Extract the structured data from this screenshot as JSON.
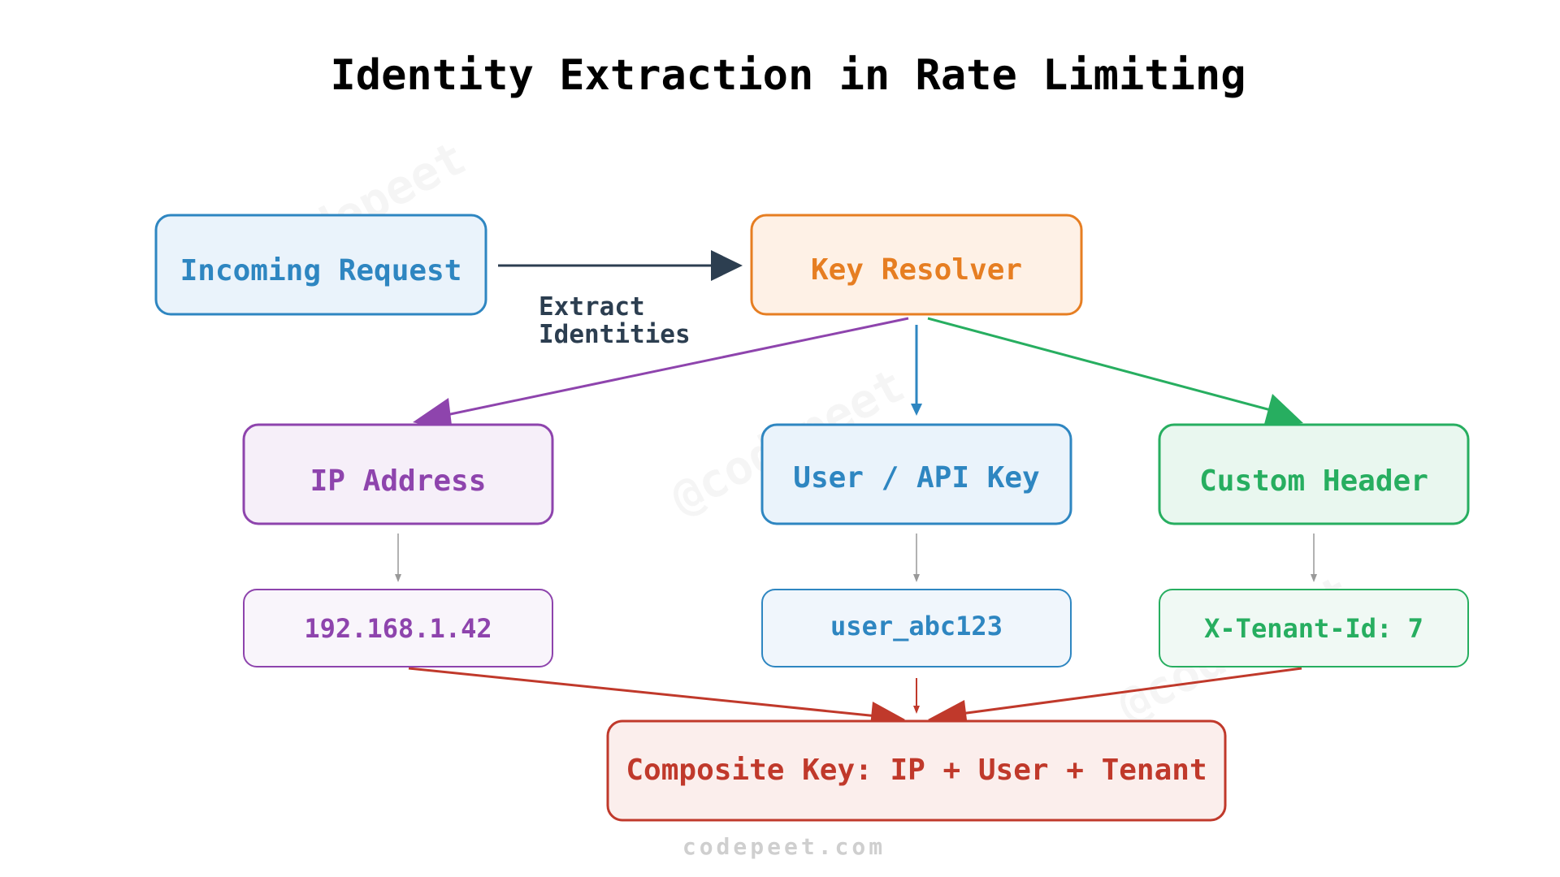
{
  "title": "Identity Extraction in Rate Limiting",
  "edge_label": {
    "line1": "Extract",
    "line2": "Identities"
  },
  "watermark": "@codepeet",
  "footer": "codepeet.com",
  "colors": {
    "request": "#2e86c1",
    "resolver": "#e67e22",
    "ip": "#8e44ad",
    "user": "#2e86c1",
    "tenant": "#27ae60",
    "composite": "#c0392b",
    "flow": "#2c3e50",
    "sample_arrow": "#999999"
  },
  "nodes": {
    "incoming_request": "Incoming Request",
    "key_resolver": "Key Resolver",
    "ip_address": "IP Address",
    "user_api_key": "User / API Key",
    "custom_header": "Custom Header",
    "ip_value": "192.168.1.42",
    "user_value": "user_abc123",
    "tenant_value": "X-Tenant-Id: 7",
    "composite_key": "Composite Key: IP + User + Tenant"
  }
}
